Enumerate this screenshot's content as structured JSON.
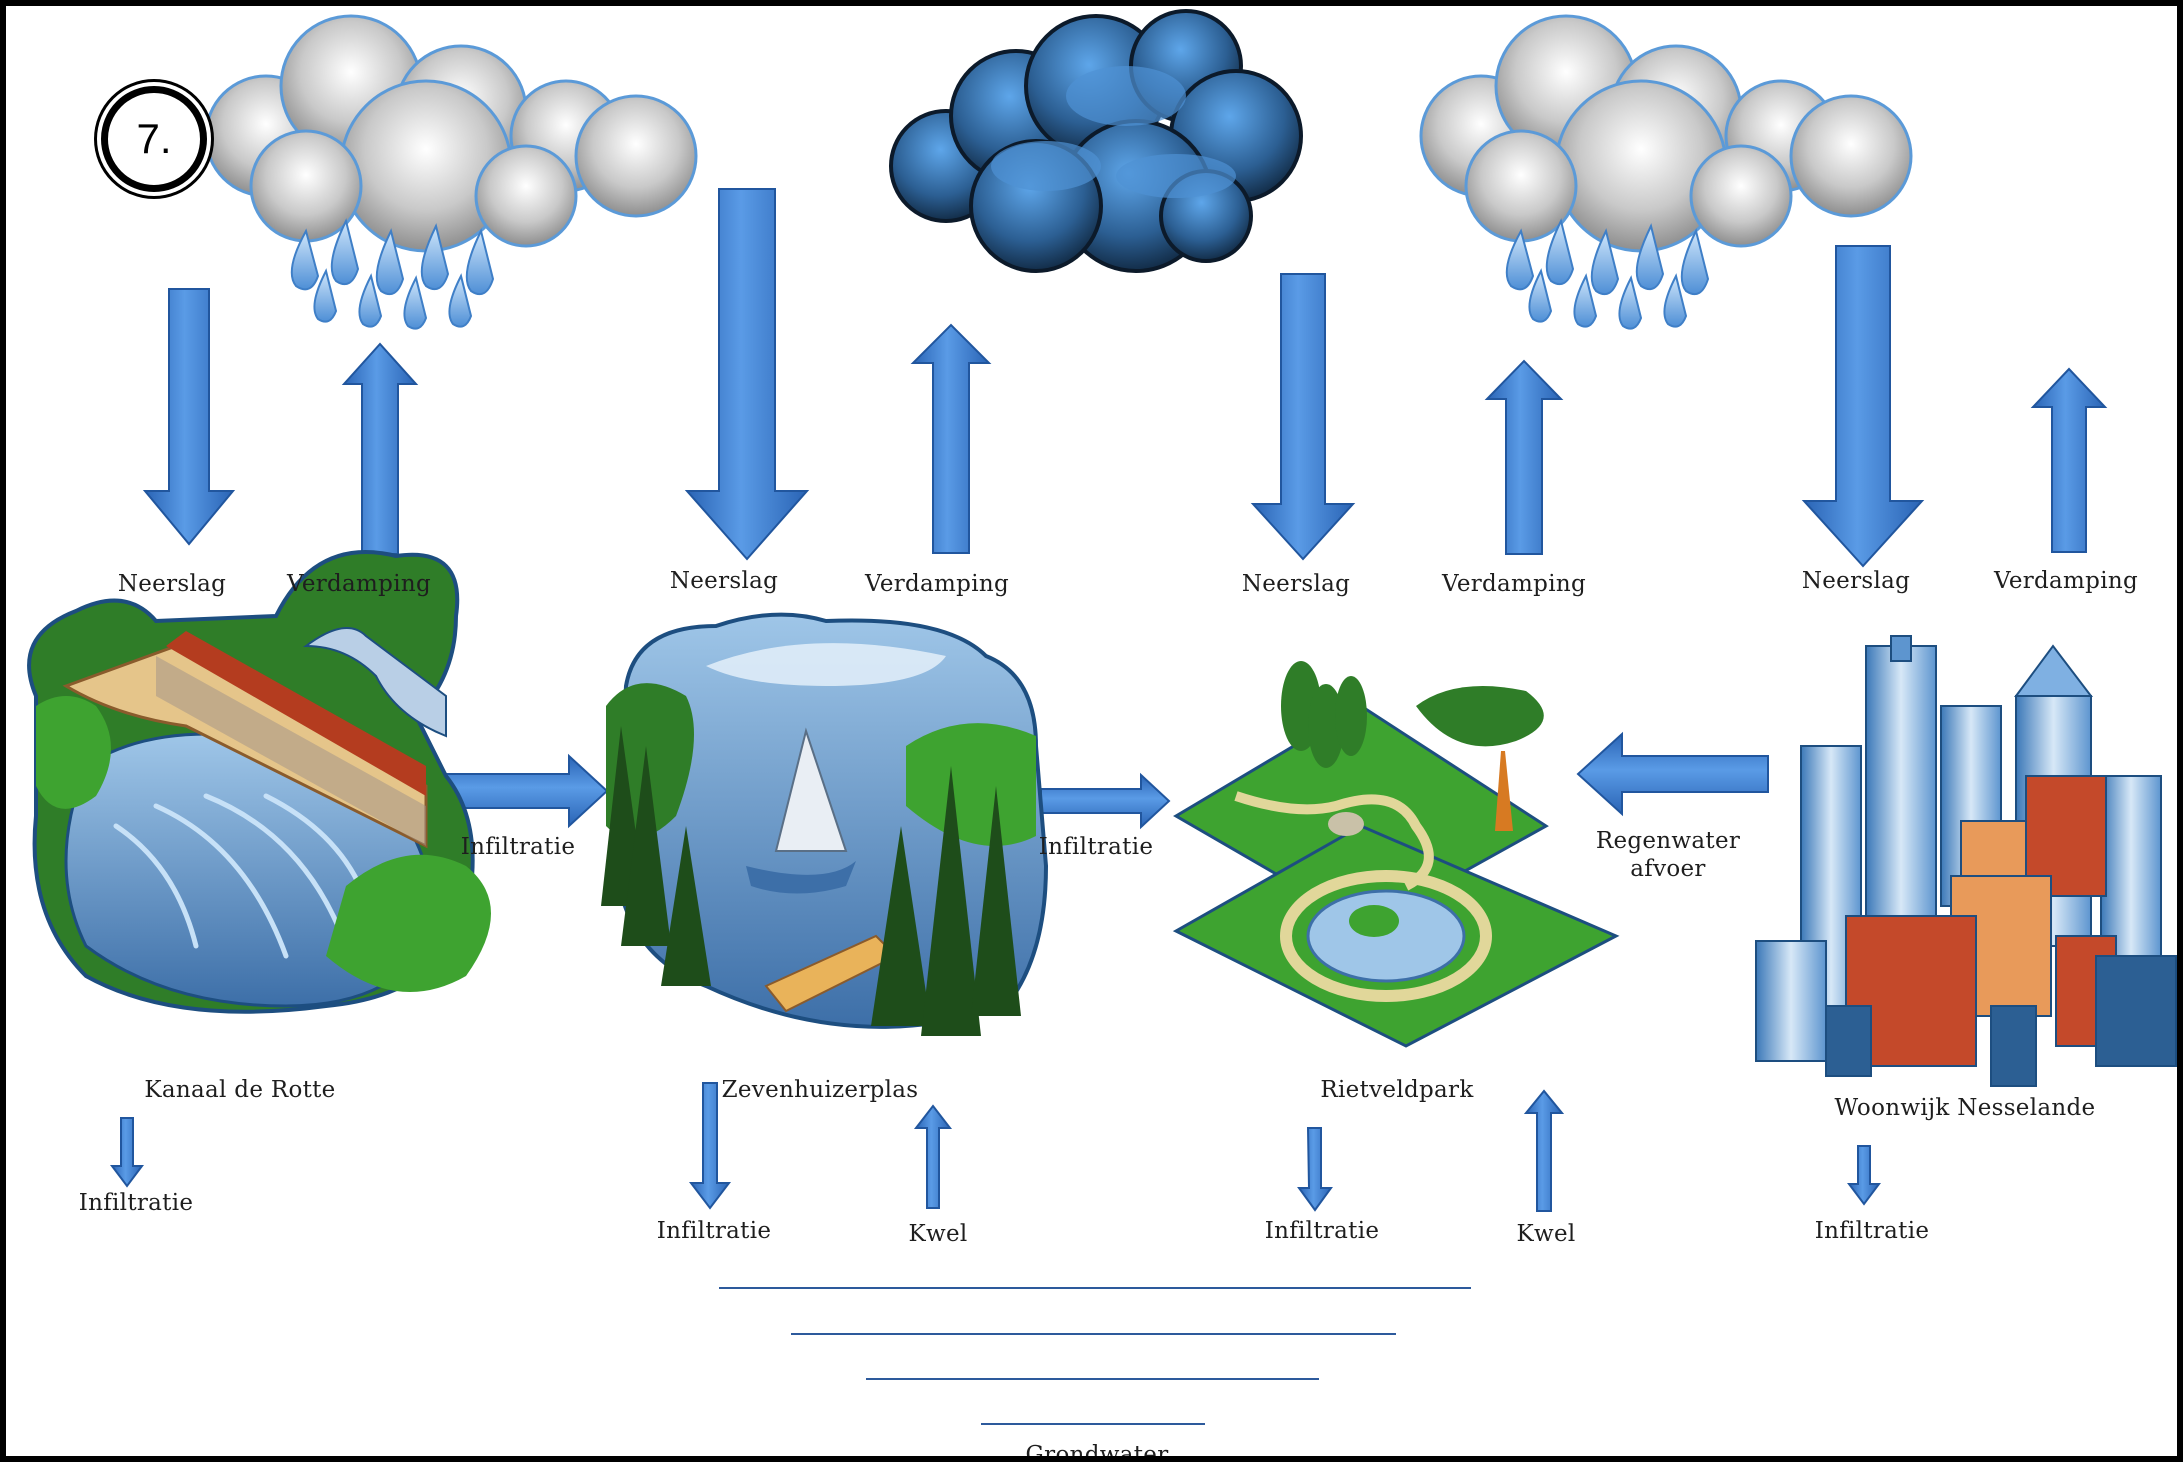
{
  "badge": "7.",
  "colors": {
    "arrow": "#3f7fd1",
    "arrow_dark": "#21569e",
    "line": "#2d5a9c"
  },
  "icons": [
    "rain-cloud-icon",
    "dark-cloud-icon",
    "rain-cloud-icon",
    "bridge-canal-icon",
    "lake-sailboat-icon",
    "park-icon",
    "city-buildings-icon"
  ],
  "labels": {
    "neerslag": "Neerslag",
    "verdamping": "Verdamping",
    "infiltratie": "Infiltratie",
    "kwel": "Kwel",
    "regenwater": "Regenwater",
    "afvoer": "afvoer",
    "kanaal": "Kanaal de Rotte",
    "zevenhuizerplas": "Zevenhuizerplas",
    "rietveldpark": "Rietveldpark",
    "woonwijk": "Woonwijk Nesselande",
    "grondwater": "Grondwater"
  }
}
